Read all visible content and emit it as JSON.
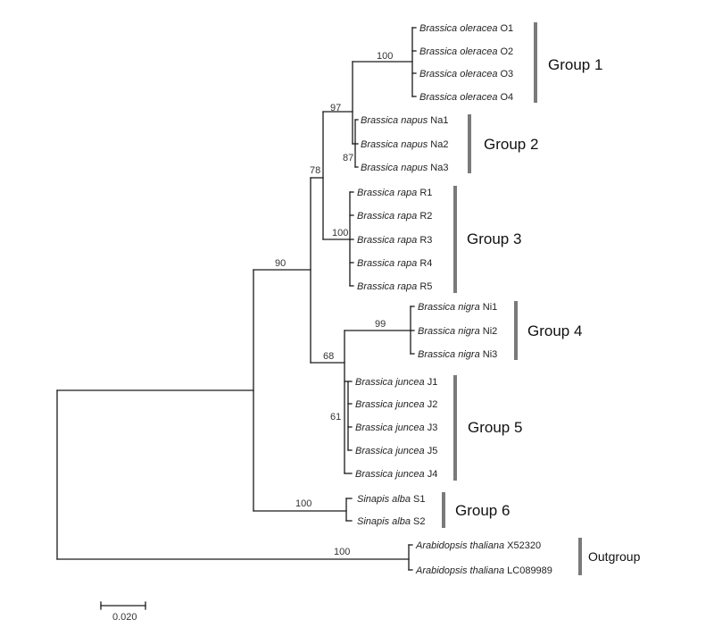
{
  "tree": {
    "leaves": [
      {
        "id": "O1",
        "species": "Brassica oleracea",
        "code": "O1"
      },
      {
        "id": "O2",
        "species": "Brassica oleracea",
        "code": "O2"
      },
      {
        "id": "O3",
        "species": "Brassica oleracea",
        "code": "O3"
      },
      {
        "id": "O4",
        "species": "Brassica oleracea",
        "code": "O4"
      },
      {
        "id": "Na1",
        "species": "Brassica napus",
        "code": "Na1"
      },
      {
        "id": "Na2",
        "species": "Brassica napus",
        "code": "Na2"
      },
      {
        "id": "Na3",
        "species": "Brassica napus",
        "code": "Na3"
      },
      {
        "id": "R1",
        "species": "Brassica rapa",
        "code": "R1"
      },
      {
        "id": "R2",
        "species": "Brassica rapa",
        "code": "R2"
      },
      {
        "id": "R3",
        "species": "Brassica rapa",
        "code": "R3"
      },
      {
        "id": "R4",
        "species": "Brassica rapa",
        "code": "R4"
      },
      {
        "id": "R5",
        "species": "Brassica rapa",
        "code": "R5"
      },
      {
        "id": "Ni1",
        "species": "Brassica nigra",
        "code": "Ni1"
      },
      {
        "id": "Ni2",
        "species": "Brassica nigra",
        "code": "Ni2"
      },
      {
        "id": "Ni3",
        "species": "Brassica nigra",
        "code": "Ni3"
      },
      {
        "id": "J1",
        "species": "Brassica juncea",
        "code": "J1"
      },
      {
        "id": "J2",
        "species": "Brassica juncea",
        "code": "J2"
      },
      {
        "id": "J3",
        "species": "Brassica juncea",
        "code": "J3"
      },
      {
        "id": "J5",
        "species": "Brassica juncea",
        "code": "J5"
      },
      {
        "id": "J4",
        "species": "Brassica juncea",
        "code": "J4"
      },
      {
        "id": "S1",
        "species": "Sinapis alba",
        "code": "S1"
      },
      {
        "id": "S2",
        "species": "Sinapis alba",
        "code": "S2"
      },
      {
        "id": "X52320",
        "species": "Arabidopsis thaliana",
        "code": "X52320"
      },
      {
        "id": "LC089989",
        "species": "Arabidopsis thaliana",
        "code": "LC089989"
      }
    ],
    "bootstrap": {
      "oleracea": "100",
      "napus_oleracea": "97",
      "napus": "87",
      "rapa": "100",
      "rapa_napus_oleracea": "78",
      "nigra": "99",
      "nigra_juncea": "68",
      "juncea": "61",
      "brassica": "90",
      "sinapis": "100",
      "arabidopsis": "100"
    }
  },
  "groups": [
    {
      "key": "g1",
      "label": "Group 1"
    },
    {
      "key": "g2",
      "label": "Group 2"
    },
    {
      "key": "g3",
      "label": "Group 3"
    },
    {
      "key": "g4",
      "label": "Group 4"
    },
    {
      "key": "g5",
      "label": "Group 5"
    },
    {
      "key": "g6",
      "label": "Group 6"
    },
    {
      "key": "out",
      "label": "Outgroup"
    }
  ],
  "scale_bar": {
    "label": "0.020"
  },
  "colors": {
    "branch": "#1a1a1a",
    "group_bar": "#7a7a7a"
  }
}
